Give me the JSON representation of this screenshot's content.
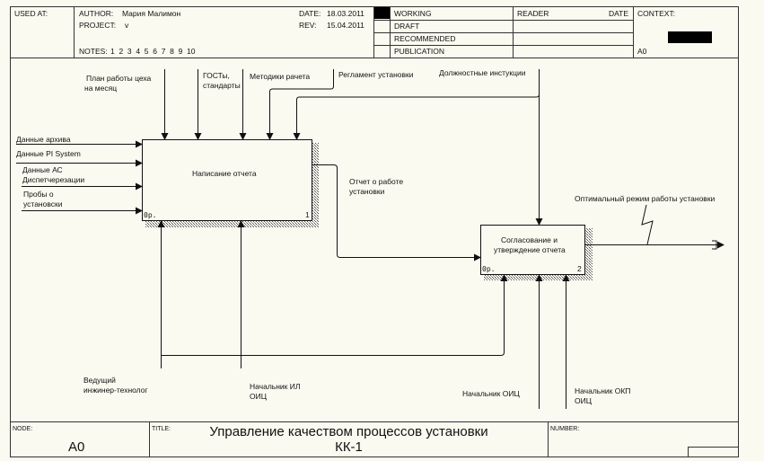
{
  "header": {
    "used_at_label": "USED AT:",
    "author_label": "AUTHOR:",
    "author": "Мария Малимон",
    "project_label": "PROJECT:",
    "project": "v",
    "date_label": "DATE:",
    "date": "18.03.2011",
    "rev_label": "REV:",
    "rev": "15.04.2011",
    "notes_label": "NOTES:",
    "notes": "1  2  3  4  5  6  7  8  9  10",
    "status": [
      "WORKING",
      "DRAFT",
      "RECOMMENDED",
      "PUBLICATION"
    ],
    "active_status": "WORKING",
    "reader_label": "READER",
    "reader_date_label": "DATE",
    "context_label": "CONTEXT:",
    "context_node": "A0"
  },
  "diagram": {
    "activities": [
      {
        "id": 1,
        "label": "Написание отчета",
        "cost": "0р.",
        "number": "1"
      },
      {
        "id": 2,
        "label": "Согласование и утверждение отчета",
        "cost": "0р.",
        "number": "2"
      }
    ],
    "inputs": [
      "Данные архива",
      "Данные PI System",
      "Данные АС Диспетчерезации",
      "Пробы о установски"
    ],
    "controls": [
      "План работы цеха на месяц",
      "ГОСТы, стандарты",
      "Методики рачета",
      "Регламент установки",
      "Должностные инстукции"
    ],
    "mechanisms": [
      "Ведущий инжинер-технолог",
      "Начальник ИЛ ОИЦ",
      "Начальник ОИЦ",
      "Начальник ОКП ОИЦ"
    ],
    "internal_arrow": "Отчет о работе установки",
    "output": "Оптимальный режим работы установки"
  },
  "labels": {
    "in1": "Данные архива",
    "in2": "Данные PI System",
    "in3a": "Данные АС",
    "in3b": "Диспетчерезации",
    "in4a": "Пробы о",
    "in4b": "установски",
    "c1a": "План работы цеха",
    "c1b": "на месяц",
    "c2a": "ГОСТы,",
    "c2b": "стандарты",
    "c3": "Методики рачета",
    "c4": "Регламент установки",
    "c5": "Должностные инстукции",
    "m1a": "Ведущий",
    "m1b": "инжинер-технолог",
    "m2a": "Начальник ИЛ",
    "m2b": "ОИЦ",
    "m3": "Начальник ОИЦ",
    "m4a": "Начальник ОКП",
    "m4b": "ОИЦ",
    "ia1": "Отчет о работе",
    "ia2": "установки",
    "out": "Оптимальный режим работы установки",
    "b1": "Написание отчета",
    "b2a": "Согласование и",
    "b2b": "утверждение отчета",
    "cost": "0р.",
    "n1": "1",
    "n2": "2"
  },
  "footer": {
    "node_label": "NODE:",
    "node": "A0",
    "title_label": "TITLE:",
    "title_line1": "Управление качеством процессов установки",
    "title_line2": "КК-1",
    "number_label": "NUMBER:"
  }
}
